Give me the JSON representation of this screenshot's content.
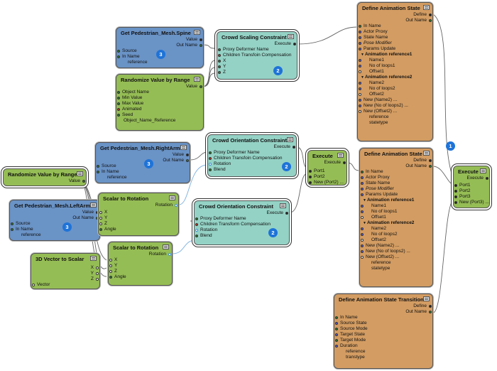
{
  "nodes": {
    "spine": {
      "title": "Get Pedestrian_Mesh.Spine",
      "value": "Value",
      "out_name": "Out Name",
      "source": "Source",
      "in_name": "In Name",
      "reference": "reference",
      "badge": "3"
    },
    "rand1": {
      "title": "Randomize Value by Range",
      "value": "Value",
      "object_name": "Object Name",
      "min_value": "Min Value",
      "max_value": "Max Value",
      "animated": "Animated",
      "seed": "Seed",
      "object_name_reference": "Object_Name_Reference"
    },
    "scaling": {
      "title": "Crowd Scaling Constraint",
      "execute": "Execute",
      "proxy": "Proxy Deformer Name",
      "children": "Children Transfoin Compensation",
      "x": "X",
      "y": "Y",
      "z": "Z",
      "badge": "2"
    },
    "das1": {
      "title": "Define Animation State",
      "define": "Define",
      "out_name": "Out Name",
      "in_name": "In Name",
      "actor_proxy": "Actor Proxy",
      "state_name": "State Name",
      "pose_modifier": "Pose Modifier",
      "params_update": "Params Update",
      "anim_ref1": "Animation reference1",
      "name1": "Name1",
      "loops1": "No of loops1",
      "offset1": "Offset1",
      "anim_ref2": "Animation reference2",
      "name2": "Name2",
      "loops2": "No of loops2",
      "offset2": "Offset2",
      "new_name2": "New (Name2) ...",
      "new_loops2": "New (No of loops2) ...",
      "new_offset2": "New (Offset2) ...",
      "reference": "reference",
      "statetype": "statetype"
    },
    "rightarm": {
      "title": "Get Pedestrian_Mesh.RightArm",
      "value": "Value",
      "out_name": "Out Name",
      "source": "Source",
      "in_name": "In Name",
      "reference": "reference",
      "badge": "3"
    },
    "orient1": {
      "title": "Crowd Orientation Constraint",
      "execute": "Execute",
      "proxy": "Proxy Deformer Name",
      "children": "Children Transfoin Compensation",
      "rotation": "Rotation",
      "blend": "Blend",
      "badge": "2"
    },
    "exec1": {
      "title": "Execute",
      "execute": "Execute",
      "port1": "Port1",
      "port2": "Port2",
      "new_port2": "New (Port2) ..."
    },
    "das2": {
      "title": "Define Animation State",
      "define": "Define",
      "out_name": "Out Name",
      "in_name": "In Name",
      "actor_proxy": "Actor Proxy",
      "state_name": "State Name",
      "pose_modifier": "Pose Modifier",
      "params_update": "Params Update",
      "anim_ref1": "Animation reference1",
      "name1": "Name1",
      "loops1": "No of loops1",
      "offset1": "Offset1",
      "anim_ref2": "Animation reference2",
      "name2": "Name2",
      "loops2": "No of loops2",
      "offset2": "Offset2",
      "new_name2": "New (Name2) ...",
      "new_loops2": "New (No of loops2) ...",
      "new_offset2": "New (Offset2) ...",
      "reference": "reference",
      "statetype": "statetype"
    },
    "exec2": {
      "title": "Execute",
      "execute": "Execute",
      "port1": "Port1",
      "port2": "Port2",
      "port3": "Port3",
      "new_port3": "New (Port3) ..."
    },
    "rand2": {
      "title": "Randomize Value by Range",
      "value": "Value"
    },
    "leftarm": {
      "title": "Get Pedestrian_Mesh.LeftArm",
      "value": "Value",
      "out_name": "Out Name",
      "source": "Source",
      "in_name": "In Name",
      "reference": "reference",
      "badge": "3"
    },
    "s2r1": {
      "title": "Scalar to Rotation",
      "rotation": "Rotation",
      "x": "X",
      "y": "Y",
      "z": "Z",
      "angle": "Angle"
    },
    "orient2": {
      "title": "Crowd Orientation Constraint",
      "execute": "Execute",
      "proxy": "Proxy Deformer Name",
      "children": "Children Transform Compensation",
      "rotation": "Rotation",
      "blend": "Blend",
      "badge": "2"
    },
    "v2s": {
      "title": "3D Vector to Scalar",
      "x": "X",
      "y": "Y",
      "z": "Z",
      "vector": "Vector"
    },
    "s2r2": {
      "title": "Scalar to Rotation",
      "rotation": "Rotation",
      "x": "X",
      "y": "Y",
      "z": "Z",
      "angle": "Angle"
    },
    "dast": {
      "title": "Define Animation State Transition",
      "define": "Define",
      "out_name": "Out Name",
      "in_name": "In Name",
      "source_state": "Source State",
      "source_mode": "Source Mode",
      "target_state": "Target State",
      "target_mode": "Target Mode",
      "duration": "Duration",
      "reference": "reference",
      "transtype": "transtype"
    }
  },
  "badge_main": "1",
  "colors": {
    "blue_node": "#6a93c6",
    "green_node": "#95bd55",
    "teal_node": "#94d2c5",
    "orange_node": "#d39c62",
    "badge": "#1e73d8",
    "wire": "#666666",
    "wire_blue": "#7fb2e0"
  }
}
